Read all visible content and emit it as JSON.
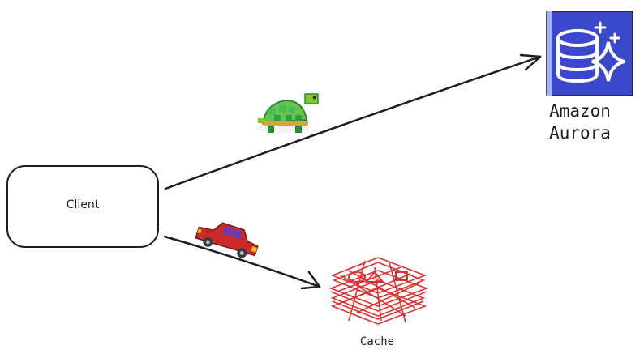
{
  "nodes": {
    "client": {
      "label": "Client"
    },
    "aurora": {
      "label_line1": "Amazon",
      "label_line2": "Aurora",
      "icon": "amazon-aurora-icon"
    },
    "cache": {
      "label": "Cache",
      "icon": "cache-stack-icon"
    }
  },
  "edges": {
    "client_to_aurora": {
      "icon": "turtle-icon"
    },
    "client_to_cache": {
      "icon": "car-icon"
    }
  },
  "colors": {
    "aurora_blue": "#3b48cc",
    "cache_red": "#e03131",
    "stroke": "#1e1e1e",
    "turtle_green": "#6cc24a",
    "car_red": "#c92a2a"
  }
}
